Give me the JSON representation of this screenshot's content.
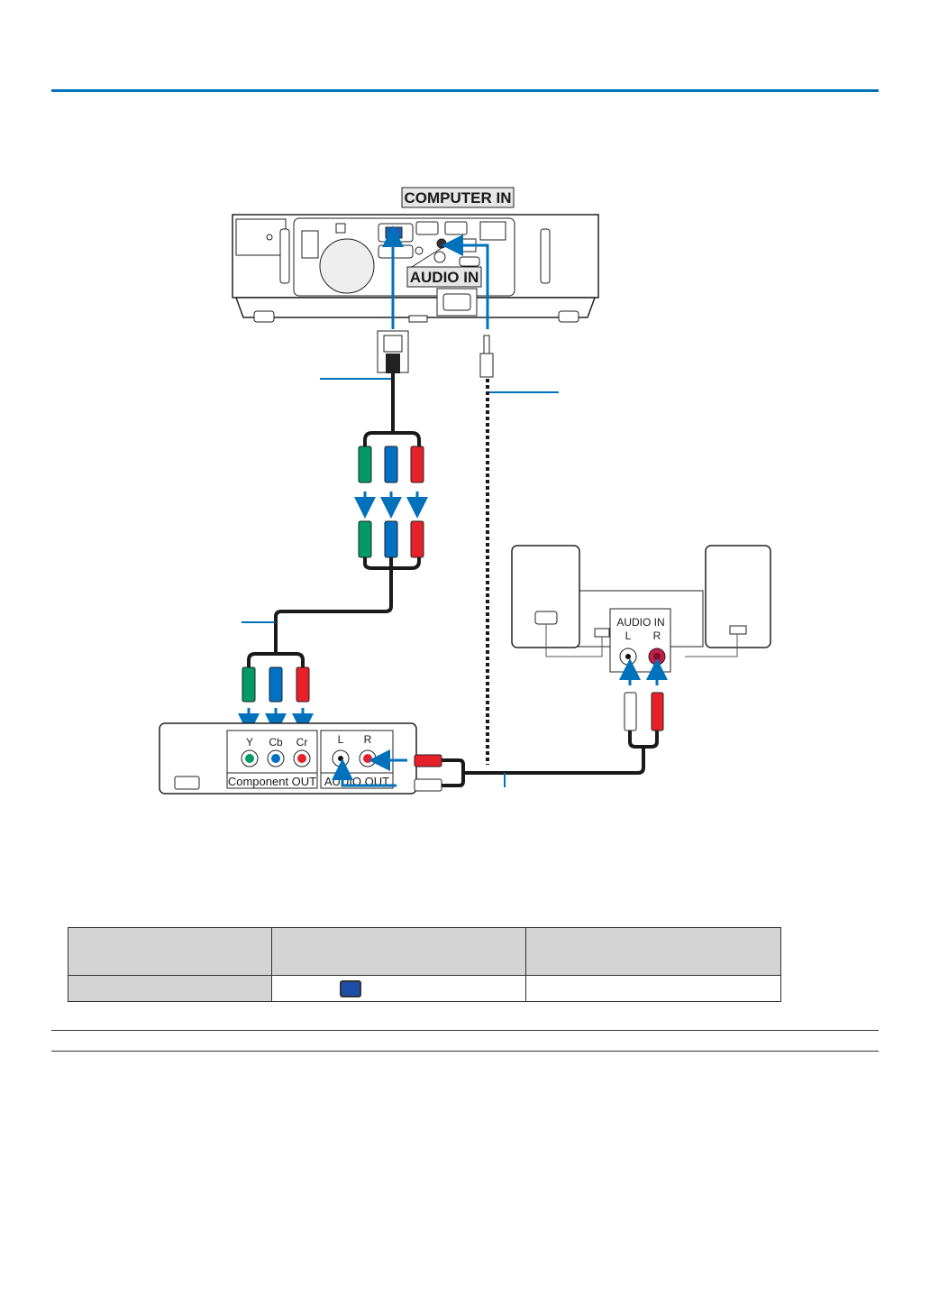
{
  "page": {
    "header_rule_color": "#0071bb"
  },
  "diagram": {
    "projector": {
      "computer_in_label": "COMPUTER IN",
      "audio_in_label": "AUDIO IN"
    },
    "av_device": {
      "component_labels": [
        "Y",
        "Cb",
        "Cr"
      ],
      "component_section_label": "Component OUT",
      "audio_labels": [
        "L",
        "R"
      ],
      "audio_section_label": "AUDIO OUT"
    },
    "speakers": {
      "audio_in_label": "AUDIO IN",
      "channel_labels": [
        "L",
        "R"
      ]
    },
    "colors": {
      "arrow": "#0071bb",
      "green": "#009a66",
      "blue": "#0071c5",
      "red": "#e8202a",
      "cable": "#1a1a1a"
    }
  },
  "table": {
    "rows": [
      [
        "",
        "",
        ""
      ],
      [
        "",
        "",
        ""
      ]
    ],
    "icon": "vga-port-icon"
  }
}
